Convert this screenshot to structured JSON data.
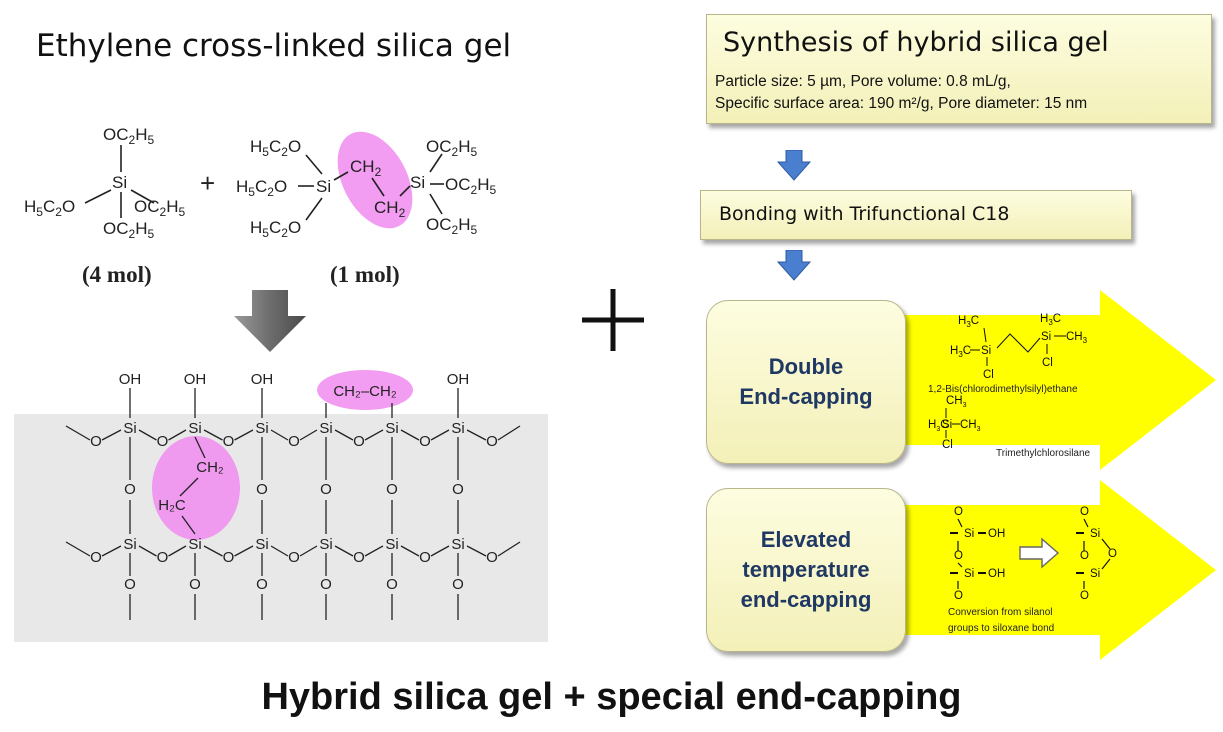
{
  "left": {
    "title": "Ethylene cross-linked silica gel",
    "mol_left": "(4 mol)",
    "mol_right": "(1 mol)"
  },
  "right": {
    "synthesis_title": "Synthesis of hybrid silica gel",
    "synthesis_line1": "Particle size: 5 µm, Pore volume: 0.8 mL/g,",
    "synthesis_line2": "Specific surface area: 190 m²/g,   Pore diameter: 15 nm",
    "bonding": "Bonding with Trifunctional C18",
    "double_line1": "Double",
    "double_line2": "End-capping",
    "reagent1": "1,2-Bis(chlorodimethylsilyl)ethane",
    "reagent2": "Trimethylchlorosilane",
    "elevated_line1": "Elevated",
    "elevated_line2": "temperature",
    "elevated_line3": "end-capping",
    "conversion_line1": "Conversion from silanol",
    "conversion_line2": "groups to siloxane bond"
  },
  "plus": "+",
  "bottom_title": "Hybrid silica gel + special end-capping",
  "colors": {
    "highlight": "#f08cf0",
    "blue_arrow": "#4a7fd0",
    "yellow_arrow": "#ffff00",
    "box_fill": "#f8f6c6",
    "label_blue": "#1f3864"
  }
}
